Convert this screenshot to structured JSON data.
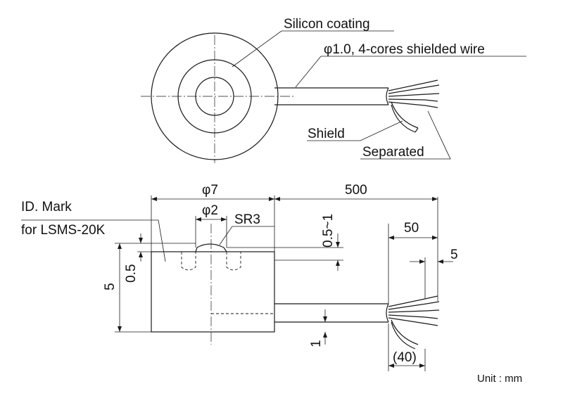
{
  "labels": {
    "silicon_coating": "Silicon coating",
    "wire": "φ1.0, 4-cores shielded wire",
    "shield": "Shield",
    "separated": "Separated",
    "id_mark": "ID. Mark",
    "for_model": "for LSMS-20K",
    "unit": "Unit : mm"
  },
  "dimensions": {
    "phi7": "φ7",
    "phi2": "φ2",
    "sr3": "SR3",
    "d500": "500",
    "d05_1": "0.5~1",
    "d50": "50",
    "d5_right": "5",
    "d5_left": "5",
    "d05_left": "0.5",
    "d1": "1",
    "d40": "(40)"
  }
}
